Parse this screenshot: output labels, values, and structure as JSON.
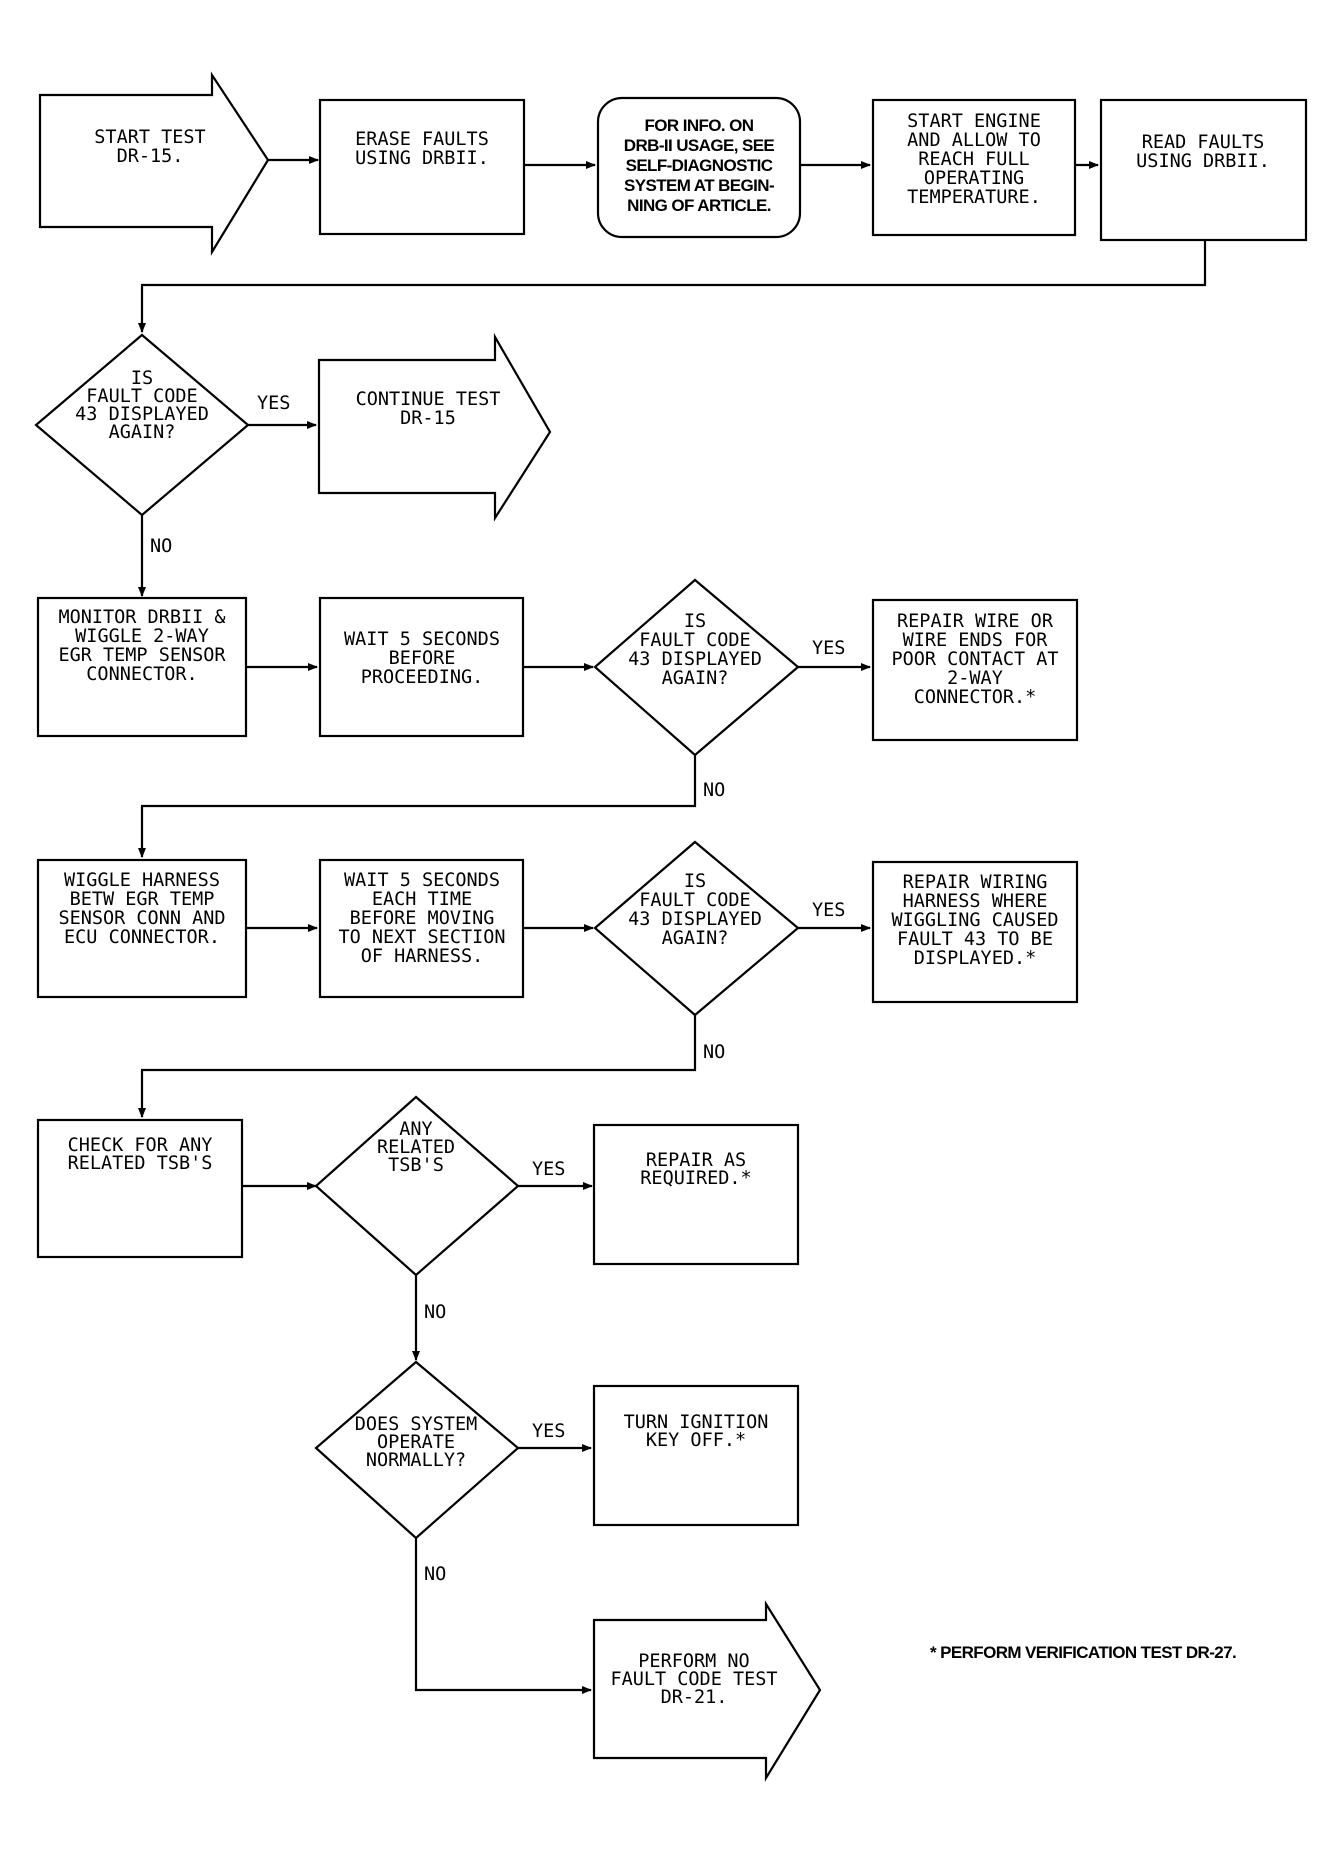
{
  "nodes": {
    "start": [
      "START TEST",
      "DR-15."
    ],
    "erase": [
      "ERASE FAULTS",
      "USING DRBII."
    ],
    "info": [
      "FOR INFO. ON",
      "DRB-II USAGE, SEE",
      "SELF-DIAGNOSTIC",
      "SYSTEM AT BEGIN-",
      "NING OF ARTICLE."
    ],
    "start_engine": [
      "START ENGINE",
      "AND ALLOW TO",
      "REACH FULL",
      "OPERATING",
      "TEMPERATURE."
    ],
    "read": [
      "READ FAULTS",
      "USING DRBII."
    ],
    "q1": [
      "IS",
      "FAULT CODE",
      "43 DISPLAYED",
      "AGAIN?"
    ],
    "continue": [
      "CONTINUE TEST",
      "DR-15"
    ],
    "monitor": [
      "MONITOR DRBII &",
      "WIGGLE 2-WAY",
      "EGR TEMP SENSOR",
      "CONNECTOR."
    ],
    "wait1": [
      "WAIT 5 SECONDS",
      "BEFORE",
      "PROCEEDING."
    ],
    "q2": [
      "IS",
      "FAULT CODE",
      "43 DISPLAYED",
      "AGAIN?"
    ],
    "repair_wire": [
      "REPAIR WIRE OR",
      "WIRE ENDS FOR",
      "POOR CONTACT AT",
      "2-WAY",
      "CONNECTOR.*"
    ],
    "wiggle_harness": [
      "WIGGLE HARNESS",
      "BETW EGR TEMP",
      "SENSOR CONN AND",
      "ECU CONNECTOR."
    ],
    "wait2": [
      "WAIT 5 SECONDS",
      "EACH TIME",
      "BEFORE MOVING",
      "TO NEXT SECTION",
      "OF HARNESS."
    ],
    "q3": [
      "IS",
      "FAULT CODE",
      "43 DISPLAYED",
      "AGAIN?"
    ],
    "repair_harness": [
      "REPAIR WIRING",
      "HARNESS WHERE",
      "WIGGLING CAUSED",
      "FAULT 43 TO BE",
      "DISPLAYED.*"
    ],
    "check_tsb": [
      "CHECK FOR ANY",
      "RELATED TSB'S"
    ],
    "q4": [
      "ANY",
      "RELATED",
      "TSB'S"
    ],
    "repair_required": [
      "REPAIR AS",
      "REQUIRED.*"
    ],
    "q5": [
      "DOES SYSTEM",
      "OPERATE",
      "NORMALLY?"
    ],
    "ignition": [
      "TURN IGNITION",
      "KEY OFF.*"
    ],
    "perform": [
      "PERFORM NO",
      "FAULT CODE TEST",
      "DR-21."
    ]
  },
  "labels": {
    "q1_yes": "YES",
    "q1_no": "NO",
    "q2_yes": "YES",
    "q2_no": "NO",
    "q3_yes": "YES",
    "q3_no": "NO",
    "q4_yes": "YES",
    "q4_no": "NO",
    "q5_yes": "YES",
    "q5_no": "NO"
  },
  "footnote": "* PERFORM VERIFICATION TEST DR-27."
}
